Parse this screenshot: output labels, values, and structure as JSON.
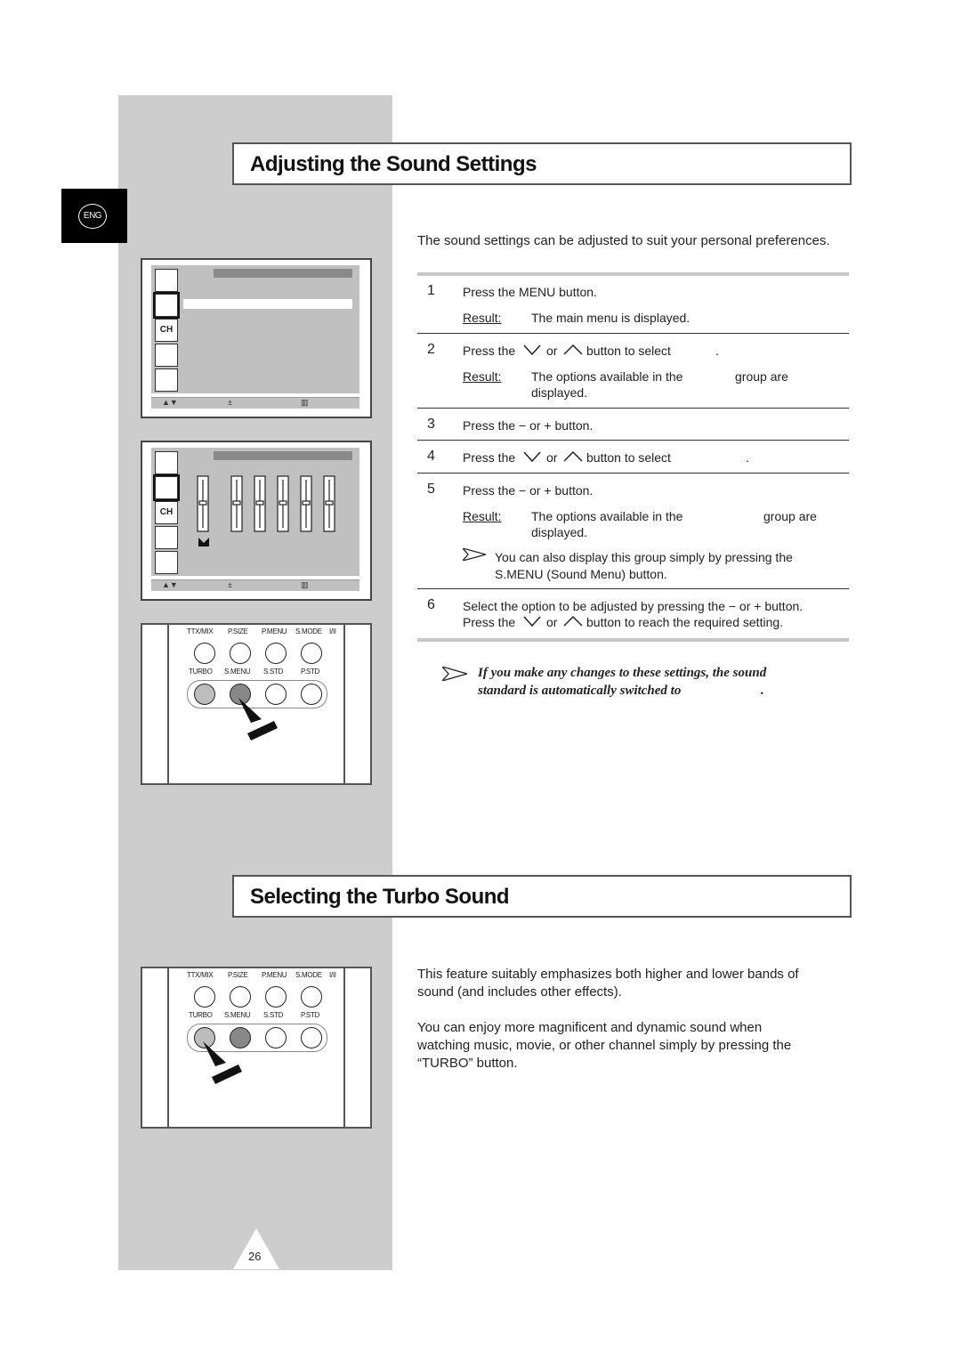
{
  "lang_tab": "ENG",
  "page_number": "26",
  "section1": {
    "title": "Adjusting the Sound Settings",
    "intro": "The sound settings can be adjusted to suit your personal preferences.",
    "steps": [
      {
        "num": "1",
        "text": "Press the MENU button.",
        "result_label": "Result:",
        "result": "The main menu is displayed."
      },
      {
        "num": "2",
        "text_a": "Press the",
        "text_b": "or",
        "text_c": "button to select",
        "text_d": ".",
        "result_label": "Result:",
        "result_a": "The options available in the",
        "result_b": "group are",
        "result_c": "displayed."
      },
      {
        "num": "3",
        "text": "Press the − or + button."
      },
      {
        "num": "4",
        "text_a": "Press the",
        "text_b": "or",
        "text_c": "button to select",
        "text_d": "."
      },
      {
        "num": "5",
        "text": "Press the − or + button.",
        "result_label": "Result:",
        "result_a": "The options available in the",
        "result_b": "group are",
        "result_c": "displayed.",
        "note_a": "You can also display this group simply by pressing the",
        "note_b": "S.MENU (Sound Menu) button."
      },
      {
        "num": "6",
        "text_a": "Select the option to be adjusted by pressing the − or + button.",
        "text_b": "Press the",
        "text_c": "or",
        "text_d": "button to reach the required setting."
      }
    ],
    "italic_note_a": "If you make any changes to these settings, the sound",
    "italic_note_b": "standard is automatically switched to",
    "italic_note_c": "."
  },
  "section2": {
    "title": "Selecting the Turbo Sound",
    "para1_a": "This feature suitably emphasizes both higher and lower bands of",
    "para1_b": "sound (and includes other effects).",
    "para2_a": "You can enjoy more magnificent and dynamic sound when",
    "para2_b": "watching music, movie, or other channel simply by pressing the",
    "para2_c": "“TURBO” button."
  },
  "menu_screens": {
    "footer_plusminus": "±",
    "icon_ch_label": "CH"
  },
  "remote": {
    "row1_labels": [
      "TTX/MIX",
      "P.SIZE",
      "P.MENU",
      "S.MODE",
      "I/II"
    ],
    "row2_labels": [
      "TURBO",
      "S.MENU",
      "S.STD",
      "P.STD"
    ]
  }
}
